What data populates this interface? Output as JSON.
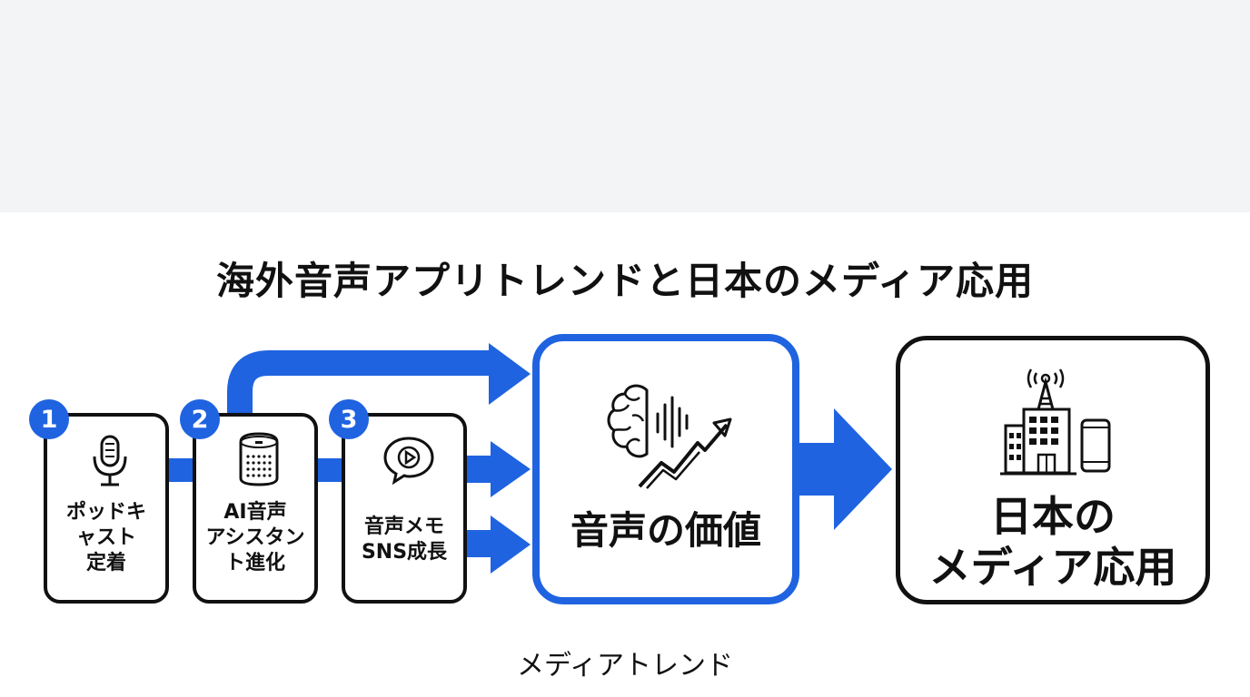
{
  "title": "海外音声アプリトレンドと日本のメディア応用",
  "caption": "メディアトレンド",
  "steps": [
    {
      "number": "1",
      "label": "ポッドキ\nャスト\n定着",
      "icon": "microphone-icon"
    },
    {
      "number": "2",
      "label": "AI音声\nアシスタン\nト進化",
      "icon": "smart-speaker-icon"
    },
    {
      "number": "3",
      "label": "音声メモ\nSNS成長",
      "icon": "chat-play-icon"
    }
  ],
  "center": {
    "label": "音声の価値",
    "icon": "brain-growth-icon"
  },
  "result": {
    "label": "日本の\nメディア応用",
    "icon": "media-building-icon"
  },
  "colors": {
    "accent": "#1f63e0",
    "stroke": "#111111",
    "band": "#f3f4f6"
  }
}
